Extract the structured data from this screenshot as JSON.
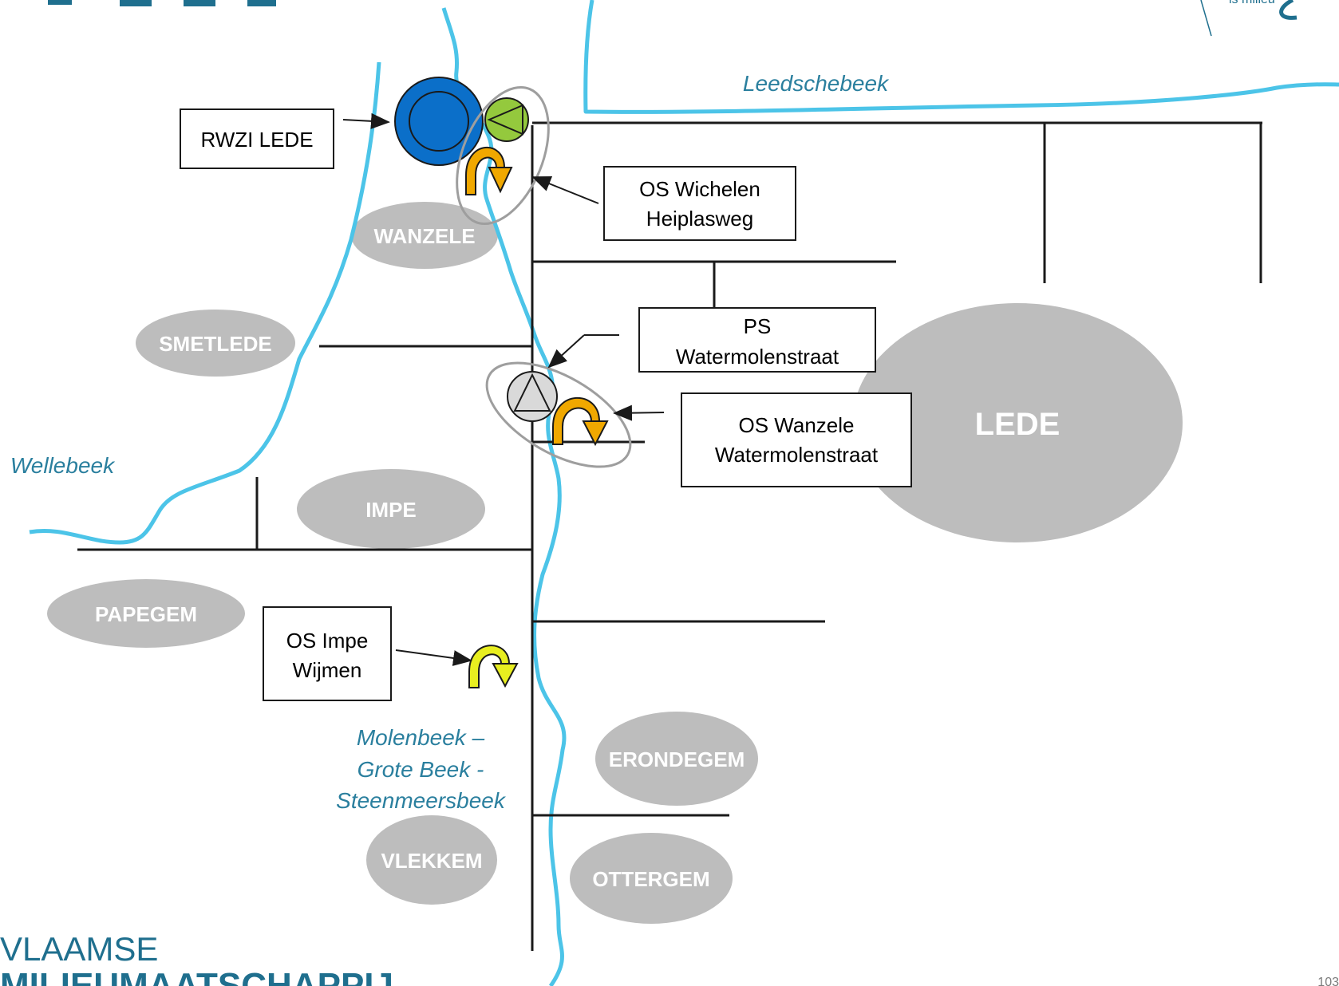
{
  "colors": {
    "river": "#4cc4e8",
    "sewer": "#1a1a1a",
    "town": "#bdbdbd",
    "rwzi": "#0b6fc9",
    "pump_green": "#94c93d",
    "pump_grey": "#d9d9d9",
    "overflow_orange": "#f0a800",
    "overflow_yellow": "#e8ee20",
    "river_label": "#2a7f9e",
    "logo": "#1f6f8e"
  },
  "towns": [
    {
      "id": "wanzele",
      "label": "WANZELE"
    },
    {
      "id": "smetlede",
      "label": "SMETLEDE"
    },
    {
      "id": "impe",
      "label": "IMPE"
    },
    {
      "id": "papegem",
      "label": "PAPEGEM"
    },
    {
      "id": "lede",
      "label": "LEDE"
    },
    {
      "id": "erondegem",
      "label": "ERONDEGEM"
    },
    {
      "id": "vlekkem",
      "label": "VLEKKEM"
    },
    {
      "id": "ottergem",
      "label": "OTTERGEM"
    }
  ],
  "rivers": {
    "leedschebeek": "Leedschebeek",
    "wellebeek": "Wellebeek",
    "molenbeek": [
      "Molenbeek –",
      "Grote Beek -",
      "Steenmeersbeek"
    ]
  },
  "boxes": {
    "rwzi": [
      "RWZI LEDE"
    ],
    "os_wichelen": [
      "OS Wichelen",
      "Heiplasweg"
    ],
    "ps_watermolenstraat": [
      "PS",
      "Watermolenstraat"
    ],
    "os_wanzele": [
      "OS Wanzele",
      "Watermolenstraat"
    ],
    "os_impe": [
      "OS Impe",
      "Wijmen"
    ]
  },
  "footer": {
    "logo_line1": "VLAAMSE",
    "logo_line2": "MILIEUMAATSCHAPPIJ",
    "corner_text": "is milieu",
    "page_number": "103"
  }
}
